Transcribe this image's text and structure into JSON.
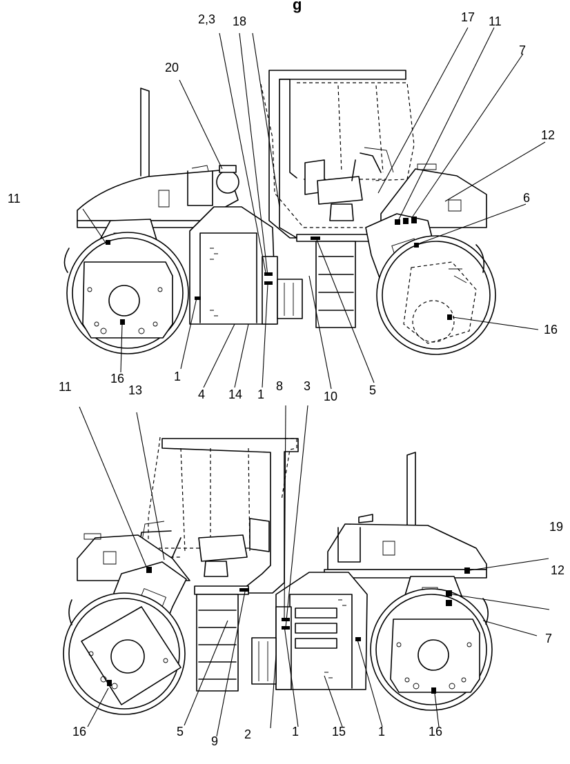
{
  "figure": {
    "title_fragment": "g",
    "top_view_labels": [
      "2,3",
      "18",
      "17",
      "11",
      "7",
      "20",
      "12",
      "11",
      "6",
      "16",
      "16",
      "1",
      "4",
      "14",
      "1",
      "8",
      "3",
      "10",
      "5"
    ],
    "bottom_view_labels": [
      "11",
      "13",
      "19",
      "12",
      "7",
      "16",
      "5",
      "9",
      "2",
      "1",
      "15",
      "1",
      "16"
    ]
  },
  "colors": {
    "line": "#000000",
    "background": "#ffffff"
  }
}
